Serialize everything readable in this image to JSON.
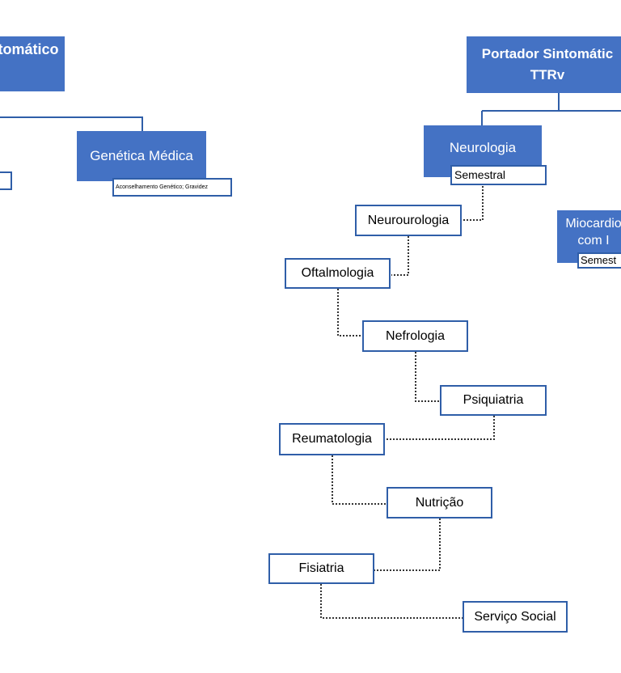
{
  "left": {
    "top_box_label": "tomático",
    "genetica": {
      "title": "Genética Médica",
      "tag": "Aconselhamento Genético;  Gravidez"
    }
  },
  "right": {
    "top_box_label": "Portador Sintomátic\nTTRv",
    "neurologia": {
      "title": "Neurologia",
      "tag": "Semestral"
    },
    "miocardio": {
      "title": "Miocardio\ncom I",
      "tag": "Semest"
    },
    "chain": [
      "Neurourologia",
      "Oftalmologia",
      "Nefrologia",
      "Psiquiatria",
      "Reumatologia",
      "Nutrição",
      "Fisiatria",
      "Serviço Social"
    ]
  },
  "colors": {
    "box_fill": "#4472c4",
    "outline": "#2f5ea8",
    "connector_solid": "#2f5ea8",
    "connector_dotted": "#333333"
  }
}
